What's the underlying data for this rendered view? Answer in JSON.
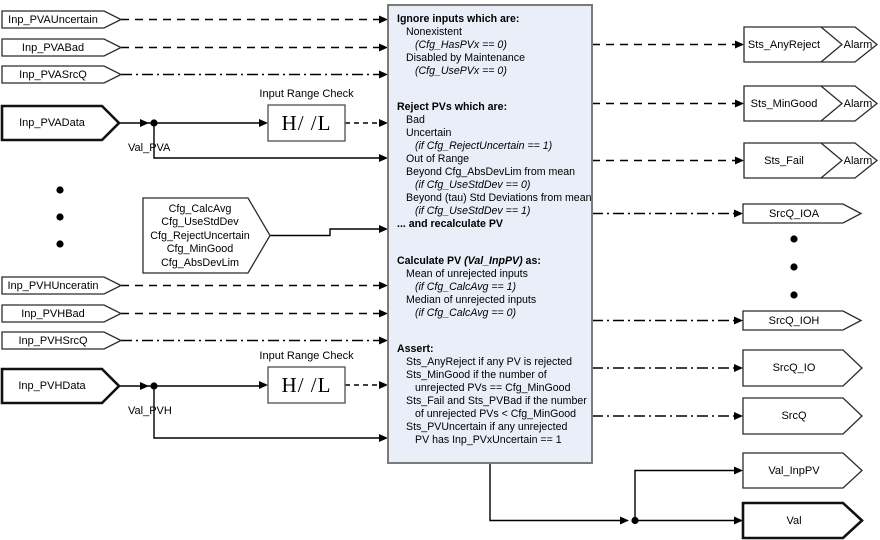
{
  "palette": {
    "block_fill": "#e9eef9",
    "block_border": "#7a7a7a",
    "line_color": "#000000",
    "shape_fill": "#ffffff"
  },
  "inputs": {
    "pva": [
      {
        "label": "Inp_PVAUncertain"
      },
      {
        "label": "Inp_PVABad"
      },
      {
        "label": "Inp_PVASrcQ"
      },
      {
        "label": "Inp_PVAData"
      }
    ],
    "pvh": [
      {
        "label": "Inp_PVHUnceratin"
      },
      {
        "label": "Inp_PVHBad"
      },
      {
        "label": "Inp_PVHSrcQ"
      },
      {
        "label": "Inp_PVHData"
      }
    ],
    "val_pva": "Val_PVA",
    "val_pvh": "Val_PVH"
  },
  "cfg_block": {
    "lines": [
      "Cfg_CalcAvg",
      "Cfg_UseStdDev",
      "Cfg_RejectUncertain",
      "Cfg_MinGood",
      "Cfg_AbsDevLim"
    ]
  },
  "range_check_a": {
    "title": "Input Range Check",
    "symbol": "H/ /L"
  },
  "range_check_h": {
    "title": "Input Range Check",
    "symbol": "H/ /L"
  },
  "main_block": {
    "ignore": [
      "Ignore inputs which are:",
      "Nonexistent",
      "(Cfg_HasPVx == 0)",
      "Disabled by Maintenance",
      "(Cfg_UsePVx == 0)"
    ],
    "reject": [
      "Reject PVs which are:",
      "Bad",
      "Uncertain",
      "(if Cfg_RejectUncertain == 1)",
      "Out of Range",
      "Beyond Cfg_AbsDevLim from mean",
      "(if Cfg_UseStdDev == 0)",
      "Beyond (tau) Std Deviations from mean",
      "(if Cfg_UseStdDev == 1)",
      "... and recalculate PV"
    ],
    "calculate_head": [
      "Calculate PV ",
      "(Val_InpPV)",
      " as:"
    ],
    "calculate": [
      "Mean of unrejected inputs",
      "(if Cfg_CalcAvg == 1)",
      "Median of unrejected inputs",
      "(if Cfg_CalcAvg == 0)"
    ],
    "assert": [
      "Assert:",
      "Sts_AnyReject if any PV is rejected",
      "Sts_MinGood if the number of",
      "unrejected PVs == Cfg_MinGood",
      "Sts_Fail and Sts_PVBad if the number",
      "of unrejected PVs < Cfg_MinGood",
      "Sts_PVUncertain if any unrejected",
      "PV has Inp_PVxUncertain == 1"
    ]
  },
  "outputs": {
    "alarms": [
      {
        "label": "Sts_AnyReject",
        "tag": "Alarm"
      },
      {
        "label": "Sts_MinGood",
        "tag": "Alarm"
      },
      {
        "label": "Sts_Fail",
        "tag": "Alarm"
      }
    ],
    "srcq": [
      "SrcQ_IOA",
      "SrcQ_IOH",
      "SrcQ_IO",
      "SrcQ"
    ],
    "values": [
      "Val_InpPV",
      "Val"
    ]
  }
}
